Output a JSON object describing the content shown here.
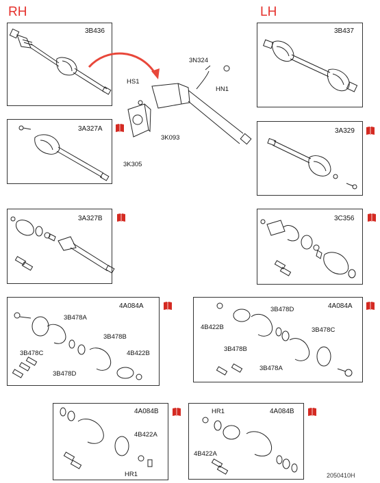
{
  "headers": {
    "left": "RH",
    "right": "LH"
  },
  "figure_id": "2050410H",
  "colors": {
    "header": "#e5322d",
    "book": "#d42a22",
    "arrow": "#e8473a"
  },
  "icons": [
    "book-icon",
    "curved-arrow-icon"
  ],
  "center": {
    "labels": {
      "hs1": "HS1",
      "n3n324": "3N324",
      "hn1": "HN1",
      "k3k093": "3K093",
      "k3k305": "3K305"
    }
  },
  "panels": {
    "rh1": {
      "part": "3B436"
    },
    "lh1": {
      "part": "3B437"
    },
    "rh2": {
      "part": "3A327A"
    },
    "lh2": {
      "part": "3A329"
    },
    "rh3": {
      "part": "3A327B"
    },
    "lh3": {
      "part": "3C356"
    },
    "rh4": {
      "part": "4A084A",
      "labels": {
        "a": "3B478A",
        "b": "3B478B",
        "c": "3B478C",
        "d": "3B478D",
        "e": "4B422B"
      }
    },
    "lh4": {
      "part": "4A084A",
      "labels": {
        "a": "4B422B",
        "b": "3B478D",
        "c": "3B478B",
        "d": "3B478C",
        "e": "3B478A"
      }
    },
    "rh5": {
      "part": "4A084B",
      "labels": {
        "a": "4B422A",
        "b": "HR1"
      }
    },
    "lh5": {
      "part": "4A084B",
      "labels": {
        "a": "HR1",
        "b": "4B422A"
      }
    }
  }
}
